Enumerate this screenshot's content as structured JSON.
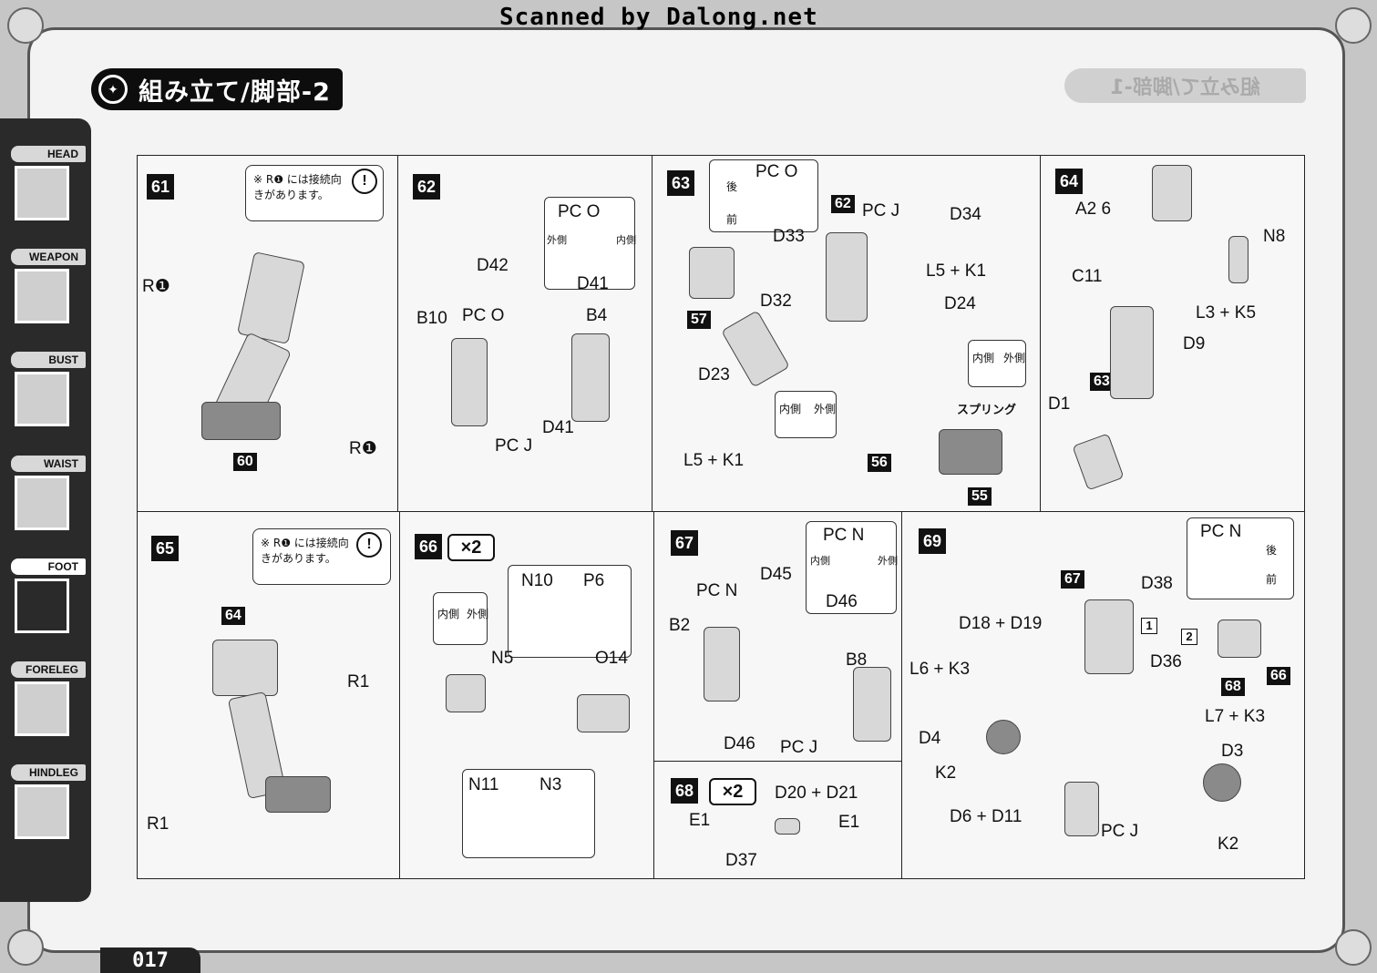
{
  "header": {
    "scan_credit": "Scanned by Dalong.net",
    "title": "組み立て/脚部-2",
    "ghost_title": "組み立て/脚部-1"
  },
  "sidebar": {
    "items": [
      {
        "label": "HEAD"
      },
      {
        "label": "WEAPON"
      },
      {
        "label": "BUST"
      },
      {
        "label": "WAIST"
      },
      {
        "label": "FOOT"
      },
      {
        "label": "FORELEG"
      },
      {
        "label": "HINDLEG"
      }
    ]
  },
  "page_number": "017",
  "steps": {
    "s61": {
      "number": "61",
      "note": "※ R❶ には接続向きがあります。",
      "labels": [
        "R❶",
        "R❶",
        "60"
      ]
    },
    "s62": {
      "number": "62",
      "labels": [
        "PC O",
        "外側",
        "内側",
        "D42",
        "D41",
        "B10",
        "PC O",
        "B4",
        "PC J",
        "D41"
      ]
    },
    "s63": {
      "number": "63",
      "labels": [
        "PC O",
        "後",
        "前",
        "62",
        "PC J",
        "D34",
        "D33",
        "D32",
        "57",
        "L5 + K1",
        "D24",
        "D23",
        "内側",
        "外側",
        "スプリング",
        "内側",
        "外側",
        "L5 + K1",
        "56",
        "55"
      ]
    },
    "s64": {
      "number": "64",
      "labels": [
        "A2 6",
        "N8",
        "C11",
        "L3 + K5",
        "D9",
        "63",
        "D1"
      ]
    },
    "s65": {
      "number": "65",
      "note": "※ R❶ には接続向きがあります。",
      "labels": [
        "64",
        "R1",
        "R1"
      ]
    },
    "s66": {
      "number": "66",
      "multiplier": "×2",
      "labels": [
        "内側",
        "外側",
        "N10",
        "P6",
        "N5",
        "O14",
        "N11",
        "N3"
      ]
    },
    "s67": {
      "number": "67",
      "labels": [
        "D45",
        "PC N",
        "内側",
        "外側",
        "PC N",
        "B2",
        "D46",
        "B8",
        "D46",
        "PC J"
      ]
    },
    "s68": {
      "number": "68",
      "multiplier": "×2",
      "labels": [
        "D20 + D21",
        "E1",
        "E1",
        "D37"
      ]
    },
    "s69": {
      "number": "69",
      "labels": [
        "PC N",
        "後",
        "前",
        "67",
        "D38",
        "D18 + D19",
        "1",
        "2",
        "D36",
        "66",
        "L6 + K3",
        "68",
        "L7 + K3",
        "D4",
        "D3",
        "K2",
        "D6 + D11",
        "PC J",
        "K2"
      ]
    }
  }
}
